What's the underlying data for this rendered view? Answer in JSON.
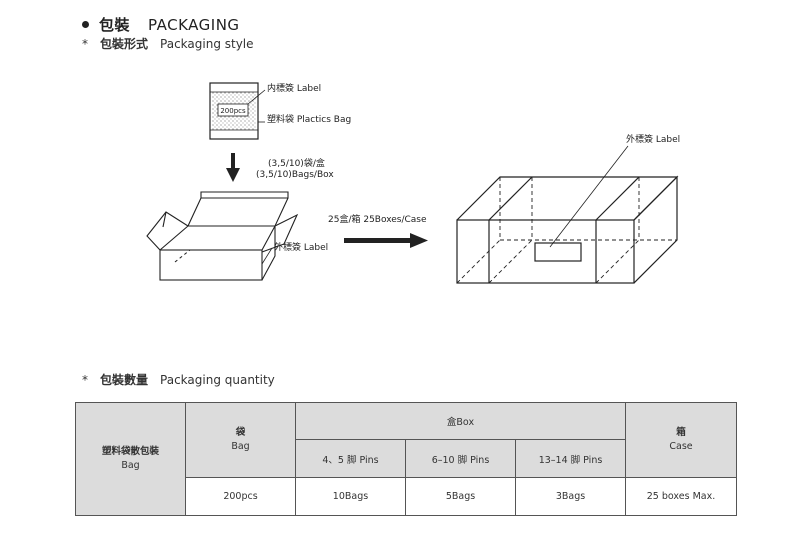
{
  "section": {
    "title_zh": "包裝",
    "title_en": "PACKAGING"
  },
  "style_heading": {
    "marker": "*",
    "zh": "包裝形式",
    "en": "Packaging style"
  },
  "diagram": {
    "inner_label": "内標簽 Label",
    "plastic_bag": "塑料袋 Plactics Bag",
    "pcs_tag": "200pcs",
    "bags_per_box_line1": "(3,5/10)袋/盒",
    "bags_per_box_line2": "(3,5/10)Bags/Box",
    "box_outer_label": "外標簽 Label",
    "boxes_per_case": "25盒/箱 25Boxes/Case",
    "case_outer_label": "外標簽 Label"
  },
  "quantity_heading": {
    "marker": "*",
    "zh": "包裝數量",
    "en": "Packaging quantity"
  },
  "table": {
    "row_header_zh": "塑料袋散包裝",
    "row_header_en": "Bag",
    "bag_zh": "袋",
    "bag_en": "Bag",
    "box_header": "盒Box",
    "case_zh": "箱",
    "case_en": "Case",
    "box_cols": [
      "4、5 脚 Pins",
      "6–10 脚 Pins",
      "13–14 脚 Pins"
    ],
    "values": {
      "bag": "200pcs",
      "box_4_5": "10Bags",
      "box_6_10": "5Bags",
      "box_13_14": "3Bags",
      "case": "25 boxes Max."
    }
  }
}
